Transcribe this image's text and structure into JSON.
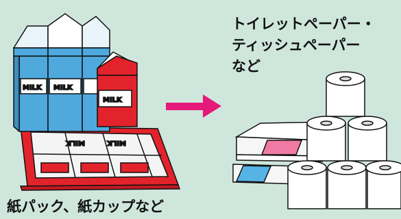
{
  "left_caption": "紙パック、紙カップなど",
  "right_caption": {
    "line1": "トイレットペーパー・",
    "line2": "ティッシュペーパー",
    "line3": "など"
  },
  "carton_label": "MILK",
  "colors": {
    "background": "#cfe6dc",
    "carton_blue": "#4fa9dd",
    "carton_red": "#e2232b",
    "arrow_pink": "#e5197a",
    "tissue_pink": "#f07aa3",
    "tissue_blue": "#56b3e6"
  }
}
